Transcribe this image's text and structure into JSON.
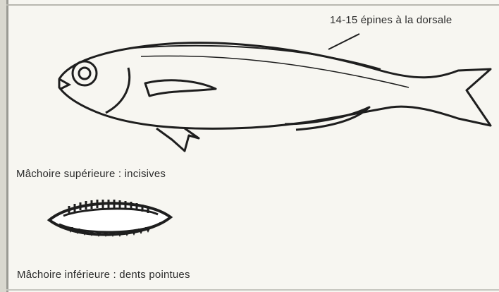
{
  "labels": {
    "dorsal_spines": "14-15 épines à la dorsale",
    "upper_jaw": "Mâchoire supérieure : incisives",
    "lower_jaw": "Mâchoire inférieure : dents pointues"
  }
}
